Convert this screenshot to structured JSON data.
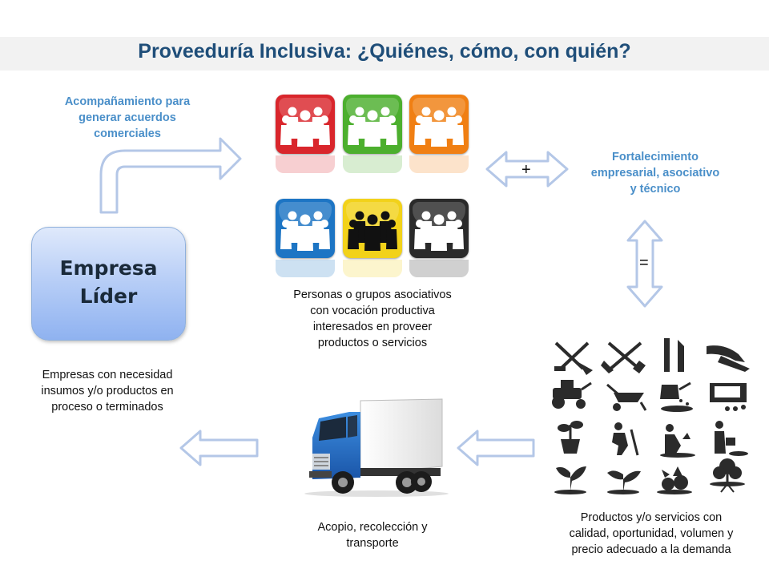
{
  "title": "Proveeduría Inclusiva: ¿Quiénes, cómo, con quién?",
  "acompanamiento": [
    "Acompañamiento para",
    "generar acuerdos",
    "comerciales"
  ],
  "fortalecimiento": [
    "Fortalecimiento",
    "empresarial, asociativo",
    "y técnico"
  ],
  "plus": "+",
  "equals": "=",
  "empresa_lider": [
    "Empresa",
    "Líder"
  ],
  "empresas_desc": [
    "Empresas con necesidad",
    "insumos y/o productos en",
    "proceso o terminados"
  ],
  "personas_desc": [
    "Personas o grupos asociativos",
    "con vocación productiva",
    "interesados en proveer",
    "productos o servicios"
  ],
  "productos_desc": [
    "Productos y/o servicios con",
    "calidad, oportunidad, volumen y",
    "precio adecuado a la demanda"
  ],
  "acopio_desc": [
    "Acopio, recolección y",
    "transporte"
  ],
  "colors": {
    "title": "#1f4e79",
    "label_blue": "#4a8fc9",
    "arrow_fill": "#ffffff",
    "arrow_stroke": "#b4c7e7",
    "tiles": [
      "#d9262c",
      "#4caf2e",
      "#f07f13",
      "#1d75c4",
      "#f2d21a",
      "#2a2a2a"
    ]
  },
  "icons": {
    "group_tiles": [
      "people-group-icon",
      "people-group-icon",
      "people-group-icon",
      "people-group-icon",
      "people-group-icon",
      "people-group-icon"
    ],
    "truck": "delivery-truck-icon",
    "garden": [
      "shovel-rake-icon",
      "shears-fork-icon",
      "knife-icon",
      "pruner-icon",
      "lawn-tractor-icon",
      "wheelbarrow-icon",
      "watering-can-icon",
      "seed-tray-icon",
      "potted-plant-icon",
      "gardener-digging-icon",
      "gardener-planting-icon",
      "gardener-watering-icon",
      "sprout-icon",
      "seedling-icon",
      "vegetables-icon",
      "tree-roots-icon"
    ]
  }
}
